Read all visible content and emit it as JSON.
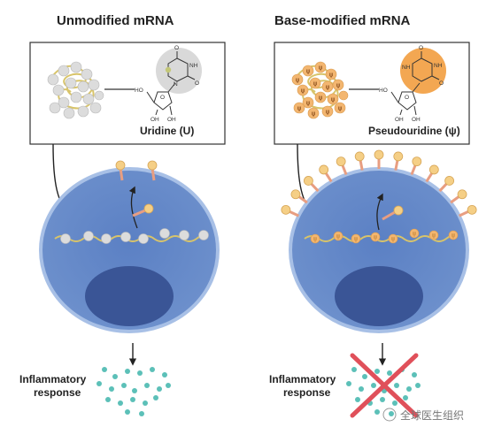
{
  "left": {
    "title": "Unmodified mRNA",
    "nucleoside": "Uridine (U)",
    "outcome": "Inflammatory response"
  },
  "right": {
    "title": "Base-modified mRNA",
    "nucleoside": "Pseudouridine (ψ)",
    "outcome": "Inflammatory response"
  },
  "atom_labels": {
    "o": "O",
    "nh": "NH",
    "n": "N",
    "oh": "OH",
    "ho": "HO"
  },
  "modified_base_symbol": "ψ",
  "watermark": "全球医生组织",
  "colors": {
    "cell_outer": "#6b8ec9",
    "cell_inner": "#4f73b9",
    "nucleus": "#3a5596",
    "rna_strand": "#d8c46a",
    "unmodified_base": "#dcdcdc",
    "modified_base": "#f3b670",
    "receptor": "#e89e82",
    "receptor_head": "#f5cf86",
    "cytokine": "#5cc0b8",
    "cross": "#e0505a"
  }
}
